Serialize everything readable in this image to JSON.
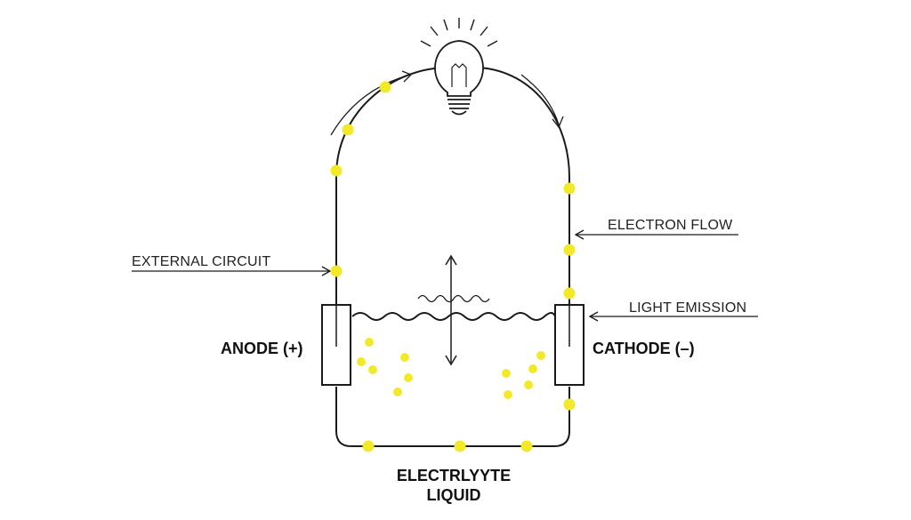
{
  "labels": {
    "external_circuit": "EXTERNAL CIRCUIT",
    "electron_flow": "ELECTRON FLOW",
    "light_emission": "LIGHT EMISSION",
    "anode": "ANODE (+)",
    "cathode": "CATHODE (–)",
    "electrolyte_line1": "ELECTRLYYTE",
    "electrolyte_line2": "LIQUID"
  },
  "icons": {
    "bulb": "light-bulb-icon"
  },
  "colors": {
    "line": "#1a1a1a",
    "electron": "#f2ea28",
    "background": "#ffffff"
  }
}
